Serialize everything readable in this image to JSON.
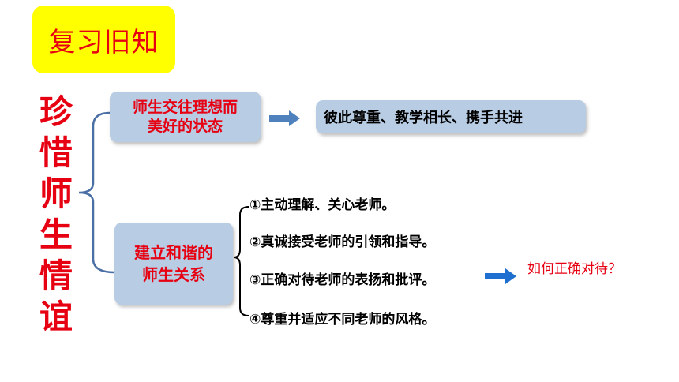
{
  "header": {
    "badge_label": "复习旧知"
  },
  "topic": {
    "chars": [
      "珍",
      "惜",
      "师",
      "生",
      "情",
      "谊"
    ]
  },
  "state_box": {
    "line1": "师生交往理想而",
    "line2": "美好的状态"
  },
  "result_box": {
    "label": "彼此尊重、教学相长、携手共进"
  },
  "harmony_box": {
    "line1": "建立和谐的",
    "line2": "师生关系"
  },
  "methods": [
    "①主动理解、关心老师。",
    "②真诚接受老师的引领和指导。",
    "③正确对待老师的表扬和批评。",
    "④尊重并适应不同老师的风格。"
  ],
  "question": {
    "label": "如何正确对待？"
  },
  "colors": {
    "accent_red": "#e60012",
    "badge_yellow": "#ffff00",
    "box_blue": "#b8cce4",
    "arrow_blue": "#4f81bd",
    "bracket_blue": "#4a6fa5"
  }
}
